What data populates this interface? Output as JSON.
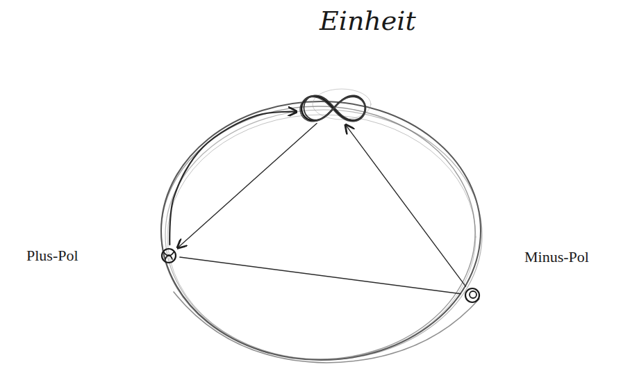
{
  "diagram": {
    "nodes": [
      {
        "text": [
          "Einheit"
        ]
      },
      {
        "text": [
          "Plus-Pol"
        ]
      },
      {
        "text": [
          "Minus-Pol"
        ]
      }
    ],
    "edges": [
      {
        "from": 1,
        "to": 0,
        "arrow": "to"
      },
      {
        "from": 0,
        "to": 1,
        "arrow": "to"
      },
      {
        "from": 2,
        "to": 0,
        "arrow": "to"
      },
      {
        "from": 1,
        "to": 2,
        "arrow": "none"
      }
    ]
  }
}
